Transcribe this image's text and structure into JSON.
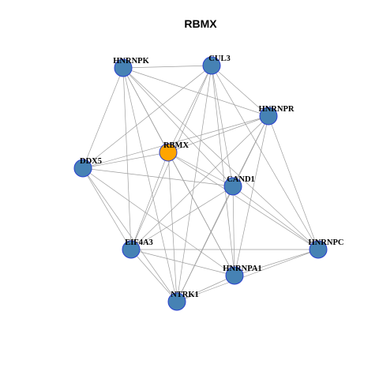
{
  "title": "RBMX",
  "colors": {
    "node_default": "#4682b4",
    "node_highlight": "#ffa500",
    "node_border": "#2a3fd0",
    "edge": "#9e9e9e"
  },
  "nodes": [
    {
      "id": "HNRNPK",
      "label": "HNRNPK",
      "highlight": false
    },
    {
      "id": "CUL3",
      "label": "CUL3",
      "highlight": false
    },
    {
      "id": "HNRNPR",
      "label": "HNRNPR",
      "highlight": false
    },
    {
      "id": "RBMX",
      "label": "RBMX",
      "highlight": true
    },
    {
      "id": "DDX5",
      "label": "DDX5",
      "highlight": false
    },
    {
      "id": "CAND1",
      "label": "CAND1",
      "highlight": false
    },
    {
      "id": "HNRNPC",
      "label": "HNRNPC",
      "highlight": false
    },
    {
      "id": "EIF4A3",
      "label": "EIF4A3",
      "highlight": false
    },
    {
      "id": "HNRNPA1",
      "label": "HNRNPA1",
      "highlight": false
    },
    {
      "id": "NTRK1",
      "label": "NTRK1",
      "highlight": false
    }
  ],
  "edges": [
    [
      "HNRNPK",
      "CUL3"
    ],
    [
      "HNRNPK",
      "HNRNPR"
    ],
    [
      "HNRNPK",
      "RBMX"
    ],
    [
      "HNRNPK",
      "DDX5"
    ],
    [
      "HNRNPK",
      "CAND1"
    ],
    [
      "HNRNPK",
      "EIF4A3"
    ],
    [
      "HNRNPK",
      "HNRNPA1"
    ],
    [
      "HNRNPK",
      "NTRK1"
    ],
    [
      "HNRNPK",
      "HNRNPC"
    ],
    [
      "CUL3",
      "HNRNPR"
    ],
    [
      "CUL3",
      "RBMX"
    ],
    [
      "CUL3",
      "DDX5"
    ],
    [
      "CUL3",
      "CAND1"
    ],
    [
      "CUL3",
      "EIF4A3"
    ],
    [
      "CUL3",
      "HNRNPA1"
    ],
    [
      "CUL3",
      "NTRK1"
    ],
    [
      "CUL3",
      "HNRNPC"
    ],
    [
      "HNRNPR",
      "RBMX"
    ],
    [
      "HNRNPR",
      "DDX5"
    ],
    [
      "HNRNPR",
      "CAND1"
    ],
    [
      "HNRNPR",
      "EIF4A3"
    ],
    [
      "HNRNPR",
      "HNRNPA1"
    ],
    [
      "HNRNPR",
      "NTRK1"
    ],
    [
      "HNRNPR",
      "HNRNPC"
    ],
    [
      "RBMX",
      "DDX5"
    ],
    [
      "RBMX",
      "CAND1"
    ],
    [
      "RBMX",
      "EIF4A3"
    ],
    [
      "RBMX",
      "HNRNPA1"
    ],
    [
      "RBMX",
      "NTRK1"
    ],
    [
      "RBMX",
      "HNRNPC"
    ],
    [
      "DDX5",
      "CAND1"
    ],
    [
      "DDX5",
      "EIF4A3"
    ],
    [
      "DDX5",
      "HNRNPA1"
    ],
    [
      "DDX5",
      "NTRK1"
    ],
    [
      "CAND1",
      "EIF4A3"
    ],
    [
      "CAND1",
      "HNRNPA1"
    ],
    [
      "CAND1",
      "NTRK1"
    ],
    [
      "CAND1",
      "HNRNPC"
    ],
    [
      "EIF4A3",
      "HNRNPA1"
    ],
    [
      "EIF4A3",
      "NTRK1"
    ],
    [
      "EIF4A3",
      "HNRNPC"
    ],
    [
      "HNRNPA1",
      "NTRK1"
    ],
    [
      "HNRNPA1",
      "HNRNPC"
    ],
    [
      "NTRK1",
      "HNRNPC"
    ]
  ]
}
